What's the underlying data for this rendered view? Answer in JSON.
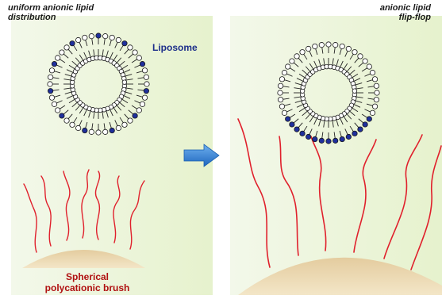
{
  "labels": {
    "uniform_line1": "uniform anionic lipid",
    "uniform_line2": "distribution",
    "flip_line1": "anionic lipid",
    "flip_line2": "flip-flop",
    "liposome": "Liposome",
    "brush_line1": "Spherical",
    "brush_line2": "polycationic brush"
  },
  "icons": {
    "arrow": "right-arrow-icon"
  },
  "colors": {
    "background": "#ffffff",
    "panel_left": "#e8f3d2",
    "panel_right": "#e1f0c5",
    "anionic_lipid": "#1f2f9c",
    "neutral_lipid": "#ffffff",
    "polymer_chain": "#e0202c",
    "particle_core": "#e2c89a",
    "arrow": "#2f7fd2",
    "liposome_label": "#1d2f8a",
    "brush_label": "#b01010"
  }
}
